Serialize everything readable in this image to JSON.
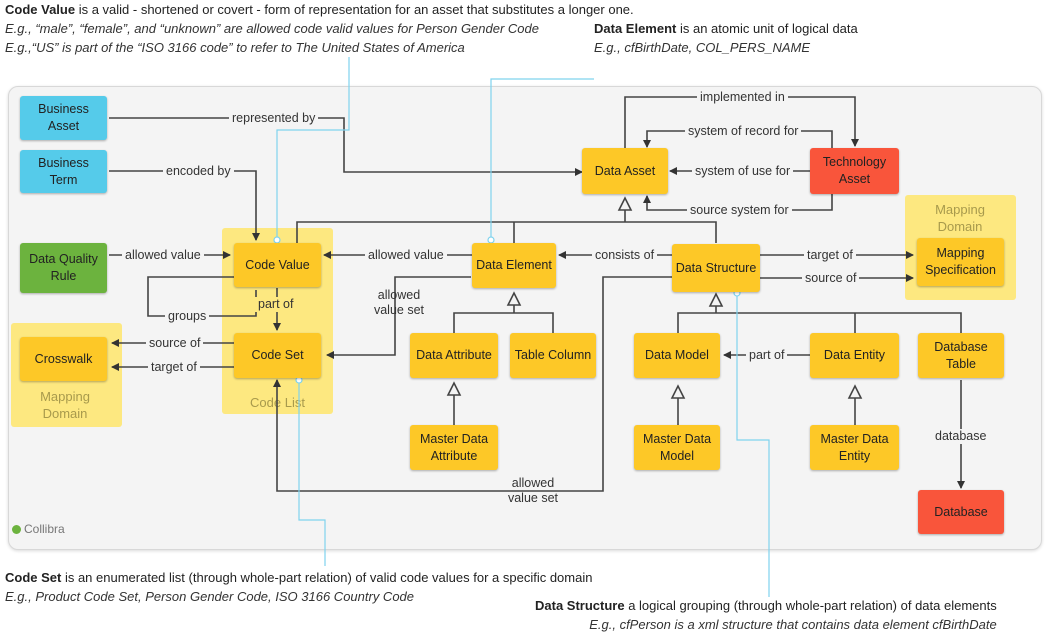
{
  "notes": {
    "code_value": {
      "title": "Code Value",
      "text": " is a valid - shortened or covert - form of representation for an asset that substitutes a longer one.",
      "example1": "E.g., “male”, “female”, and “unknown” are allowed code valid values for Person Gender Code",
      "example2": "E.g.,“US” is part of the “ISO 3166 code” to refer to The United States of America"
    },
    "data_element": {
      "title": "Data Element",
      "text": " is an atomic unit of logical data",
      "example": "E.g., cfBirthDate, COL_PERS_NAME"
    },
    "code_set": {
      "title": "Code Set",
      "text": " is an enumerated list (through whole-part relation) of valid code values for a specific domain",
      "example": "E.g., Product Code Set,  Person Gender Code, ISO 3166 Country Code"
    },
    "data_structure": {
      "title": "Data Structure",
      "text": " a logical grouping (through whole-part relation) of data elements",
      "example": "E.g., cfPerson is a xml structure that contains data element cfBirthDate"
    }
  },
  "groups": {
    "code_list": "Code List",
    "mapping_domain_left": "Mapping Domain",
    "mapping_domain_right": "Mapping Domain"
  },
  "nodes": {
    "business_asset": "Business Asset",
    "business_term": "Business Term",
    "data_quality_rule": "Data Quality Rule",
    "crosswalk": "Crosswalk",
    "code_value": "Code Value",
    "code_set": "Code Set",
    "data_asset": "Data Asset",
    "technology_asset": "Technology Asset",
    "data_element": "Data Element",
    "data_structure": "Data Structure",
    "mapping_specification": "Mapping Specification",
    "data_attribute": "Data Attribute",
    "table_column": "Table Column",
    "master_data_attribute": "Master Data Attribute",
    "data_model": "Data Model",
    "data_entity": "Data Entity",
    "database_table": "Database Table",
    "master_data_model": "Master Data Model",
    "master_data_entity": "Master Data Entity",
    "database": "Database"
  },
  "edges": {
    "represented_by": "represented by",
    "encoded_by": "encoded by",
    "allowed_value_dq": "allowed value",
    "groups": "groups",
    "part_of_code": "part of",
    "source_of_left": "source of",
    "target_of_left": "target of",
    "allowed_value_de": "allowed value",
    "allowed_value_set_de": "allowed value set",
    "consists_of": "consists of",
    "implemented_in": "implemented in",
    "system_of_record_for": "system of record for",
    "system_of_use_for": "system of use for",
    "source_system_for": "source system for",
    "target_of_right": "target of",
    "source_of_right": "source of",
    "part_of_model": "part of",
    "database": "database",
    "allowed_value_set_ds": "allowed value set"
  },
  "logo": "Collibra",
  "colors": {
    "business": "#55cbea",
    "data": "#fdc827",
    "governance": "#6cb33e",
    "technology": "#f9553b",
    "group": "#fde880",
    "callout_line": "#7fd3ee"
  }
}
